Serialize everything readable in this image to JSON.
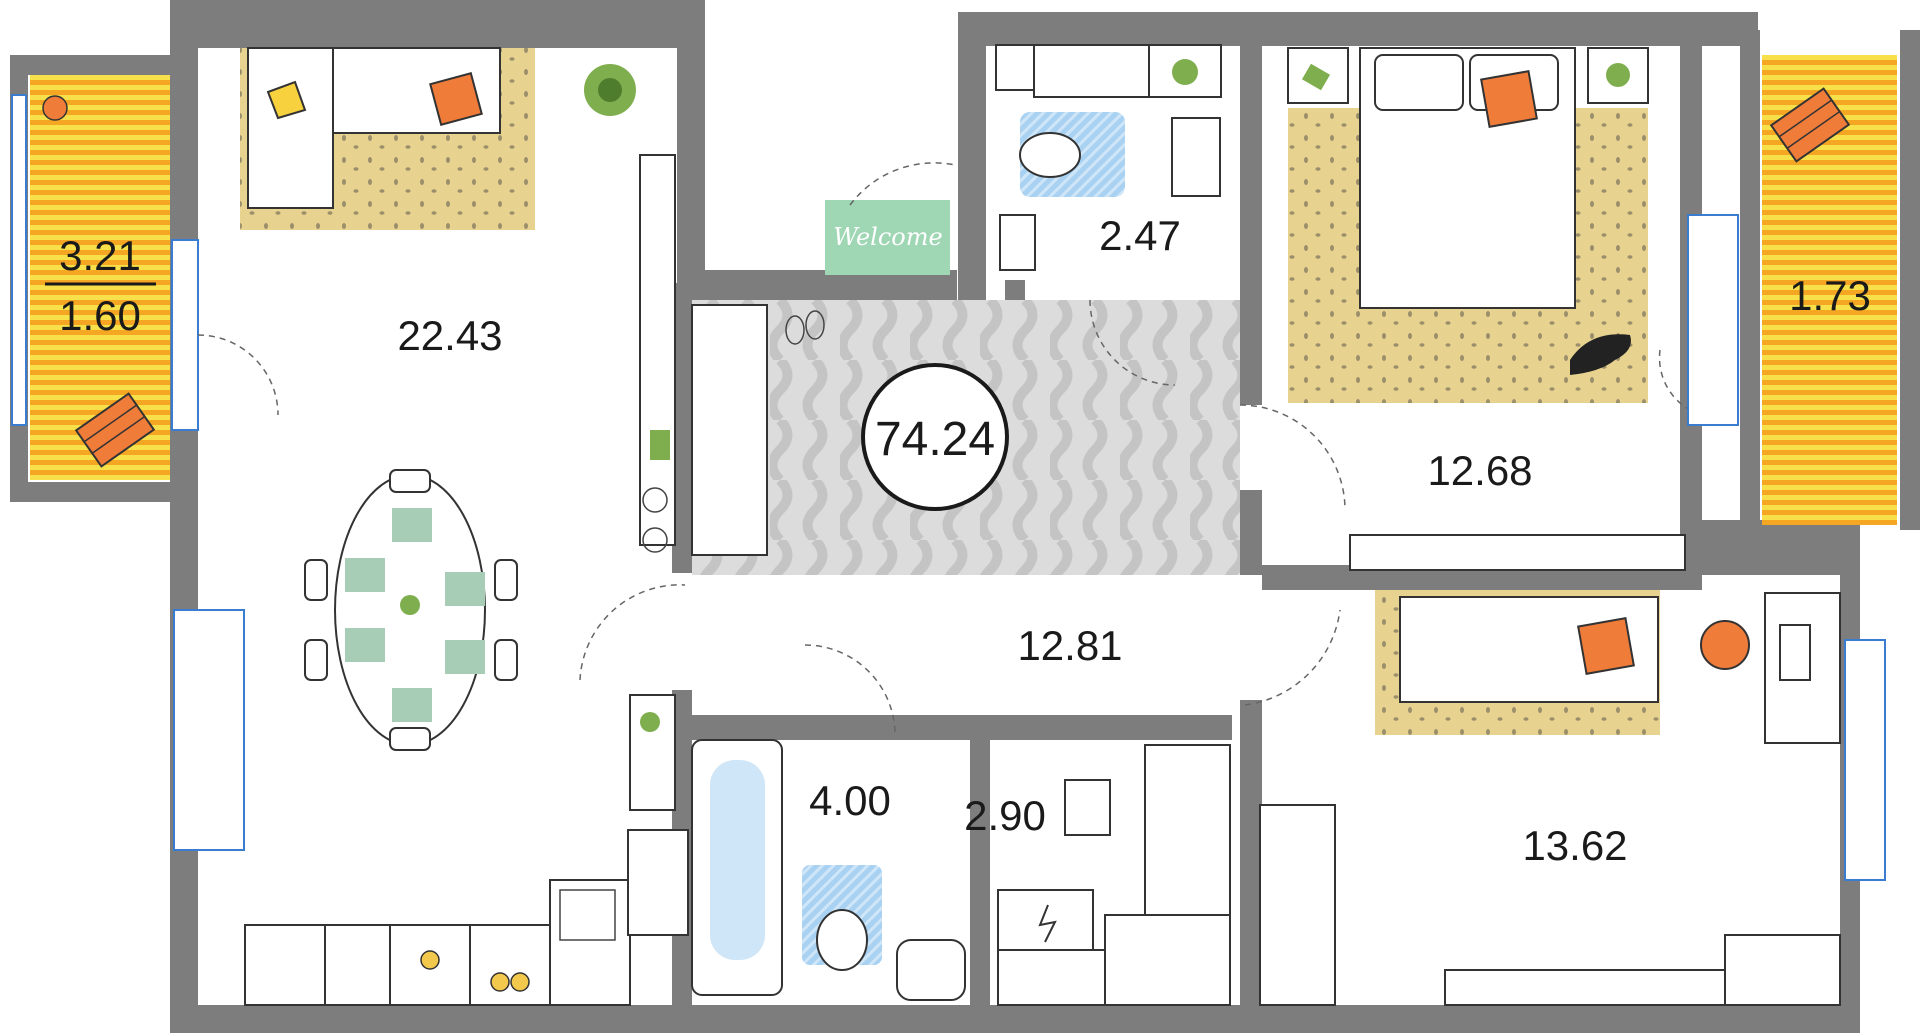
{
  "plan": {
    "total_area": "74.24",
    "welcome_mat": "Welcome",
    "rooms": [
      {
        "id": "balcony-left",
        "area_top": "3.21",
        "area_bottom": "1.60"
      },
      {
        "id": "living-kitchen",
        "area": "22.43"
      },
      {
        "id": "wc",
        "area": "2.47"
      },
      {
        "id": "bedroom-top",
        "area": "12.68"
      },
      {
        "id": "balcony-right",
        "area": "1.73"
      },
      {
        "id": "corridor",
        "area": "12.81"
      },
      {
        "id": "bathroom",
        "area": "4.00"
      },
      {
        "id": "sauna",
        "area": "2.90"
      },
      {
        "id": "bedroom-bottom",
        "area": "13.62"
      }
    ],
    "colors": {
      "wall": "#7d7d7d",
      "rug": "#e7d28f",
      "balcony_stripe_a": "#f5a623",
      "balcony_stripe_b": "#f7e04a",
      "accent_orange": "#f07c3a",
      "mat_green": "#9fd6b4",
      "hall_floor": "#d9d9d9",
      "bath_blue": "#9fc9ef"
    }
  }
}
